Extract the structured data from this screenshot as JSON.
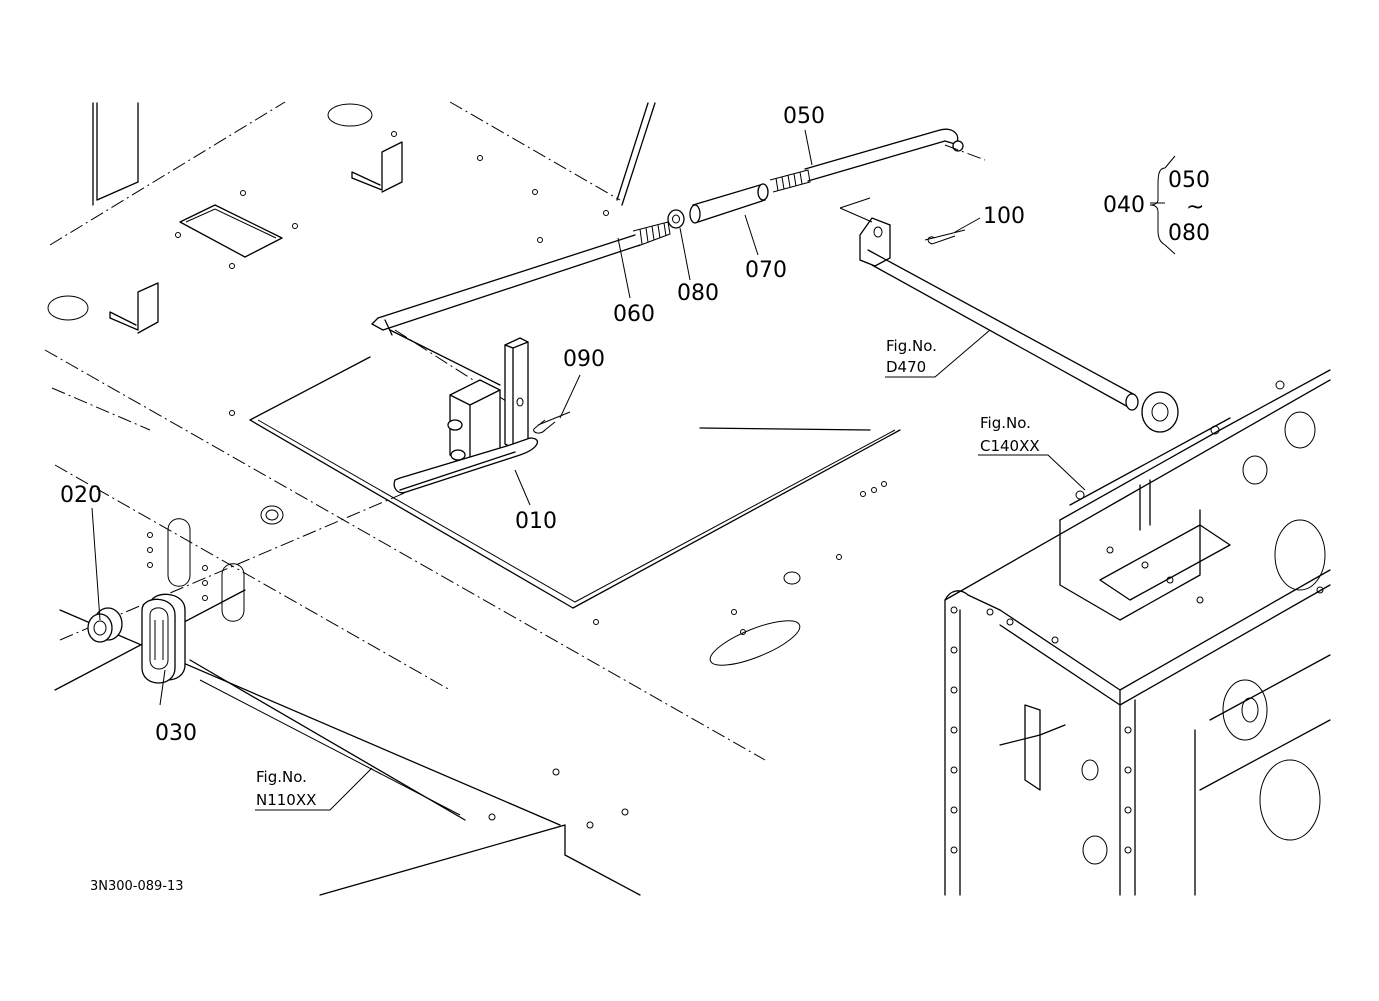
{
  "parts": {
    "p010": "010",
    "p020": "020",
    "p030": "030",
    "p040": "040",
    "p050": "050",
    "p060": "060",
    "p070": "070",
    "p080": "080",
    "p090": "090",
    "p100": "100",
    "range_from": "050",
    "range_sep": "~",
    "range_to": "080"
  },
  "figrefs": {
    "d470": {
      "title": "Fig.No.",
      "ref": "D470"
    },
    "c140xx": {
      "title": "Fig.No.",
      "ref": "C140XX"
    },
    "n110xx": {
      "title": "Fig.No.",
      "ref": "N110XX"
    }
  },
  "drawing_code": "3N300-089-13"
}
